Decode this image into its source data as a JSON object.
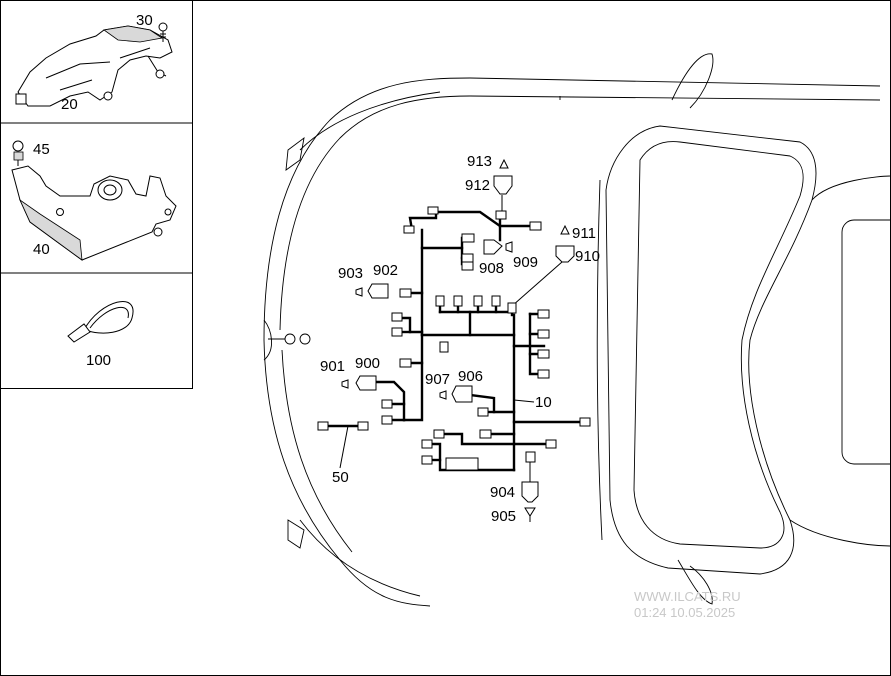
{
  "panels": [
    {
      "id": "panel-1",
      "callouts": [
        "30",
        "20"
      ]
    },
    {
      "id": "panel-2",
      "callouts": [
        "45",
        "40"
      ]
    },
    {
      "id": "panel-3",
      "callouts": [
        "100"
      ]
    }
  ],
  "callouts": {
    "c10": "10",
    "c50": "50",
    "c900": "900",
    "c901": "901",
    "c902": "902",
    "c903": "903",
    "c904": "904",
    "c905": "905",
    "c906": "906",
    "c907": "907",
    "c908": "908",
    "c909": "909",
    "c910": "910",
    "c911": "911",
    "c912": "912",
    "c913": "913",
    "c20": "20",
    "c30": "30",
    "c40": "40",
    "c45": "45",
    "c100": "100"
  },
  "watermark": {
    "line1": "WWW.ILCATS.RU",
    "line2": "01:24 10.05.2025"
  }
}
